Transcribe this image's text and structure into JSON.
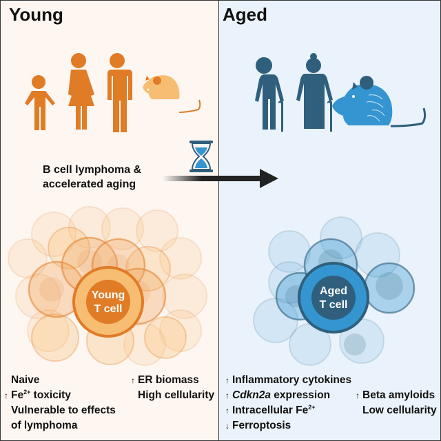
{
  "panels": {
    "young": {
      "title": "Young",
      "population_icons": [
        "child-icon",
        "woman-icon",
        "man-icon",
        "young-mouse-icon"
      ],
      "cell_label_line1": "Young",
      "cell_label_line2": "T cell",
      "traits_left": [
        {
          "arrow": "",
          "text": "Naive"
        },
        {
          "arrow": "↑",
          "text": "Fe",
          "sup": "2+",
          "text_after": " toxicity"
        },
        {
          "arrow": "",
          "text": "Vulnerable to effects"
        },
        {
          "arrow": "",
          "text": "of lymphoma"
        }
      ],
      "traits_right": [
        {
          "arrow": "↑",
          "text": "ER biomass"
        },
        {
          "arrow": "",
          "text": "High cellularity"
        }
      ]
    },
    "aged": {
      "title": "Aged",
      "population_icons": [
        "elderly-man-icon",
        "elderly-woman-icon",
        "aged-mouse-icon"
      ],
      "cell_label_line1": "Aged",
      "cell_label_line2": "T cell",
      "traits_left": [
        {
          "arrow": "↑",
          "text": "Inflammatory cytokines"
        },
        {
          "arrow": "↑",
          "italic": "Cdkn2a",
          "text": " expression"
        },
        {
          "arrow": "↑",
          "text": "Intracellular Fe",
          "sup": "2+"
        },
        {
          "arrow": "↓",
          "text": "Ferroptosis"
        }
      ],
      "traits_right": [
        {
          "arrow": "↑",
          "text": "Beta amyloids"
        },
        {
          "arrow": "",
          "text": "Low cellularity"
        }
      ]
    }
  },
  "transition": {
    "label_line1": "B cell lymphoma &",
    "label_line2": "accelerated aging",
    "icon": "hourglass-icon"
  },
  "colors": {
    "young_bg": "#fdf6f1",
    "aged_bg": "#eaf3fb",
    "young_accent": "#e07b26",
    "young_light": "#f7bd72",
    "aged_accent": "#2f5f7c",
    "aged_light": "#3495d1"
  }
}
